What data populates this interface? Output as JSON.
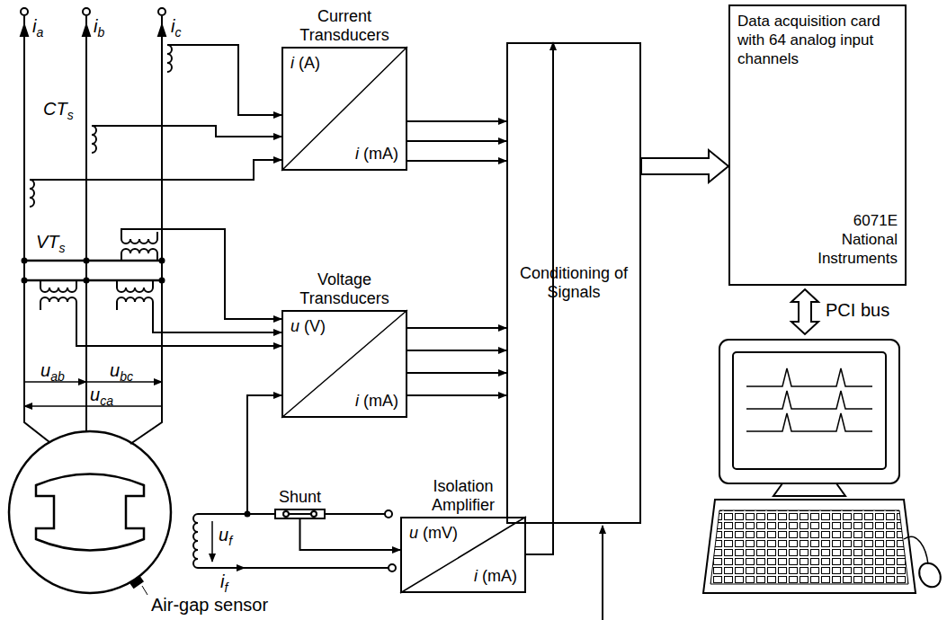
{
  "diagram": {
    "nodes": [
      {
        "text": [
          "Current Transducers",
          "i (A)",
          "i (mA)"
        ]
      },
      {
        "text": [
          "Voltage Transducers",
          "u (V)",
          "i (mA)"
        ]
      },
      {
        "text": [
          "Conditioning of Signals"
        ]
      },
      {
        "text": [
          "Data acquisition card with 64 analog input channels",
          "6071E National Instruments"
        ]
      },
      {
        "text": [
          "Shunt"
        ]
      },
      {
        "text": [
          "Isolation Amplifier",
          "u (mV)",
          "i (mA)"
        ]
      }
    ],
    "edges": [
      {
        "from": 0,
        "to": 2,
        "arrow": "to"
      },
      {
        "from": 0,
        "to": 2,
        "arrow": "to"
      },
      {
        "from": 0,
        "to": 2,
        "arrow": "to"
      },
      {
        "from": 1,
        "to": 2,
        "arrow": "to"
      },
      {
        "from": 1,
        "to": 2,
        "arrow": "to"
      },
      {
        "from": 1,
        "to": 2,
        "arrow": "to"
      },
      {
        "from": 1,
        "to": 2,
        "arrow": "to"
      },
      {
        "from": 4,
        "to": 5,
        "arrow": "to"
      },
      {
        "from": 5,
        "to": 2,
        "arrow": "to"
      },
      {
        "from": 2,
        "to": 3,
        "arrow": "to"
      }
    ],
    "labels": [
      "ia",
      "ib",
      "ic",
      "CTs",
      "VTs",
      "uab",
      "ubc",
      "uca",
      "uf",
      "if",
      "PCI bus",
      "Air-gap sensor"
    ]
  }
}
